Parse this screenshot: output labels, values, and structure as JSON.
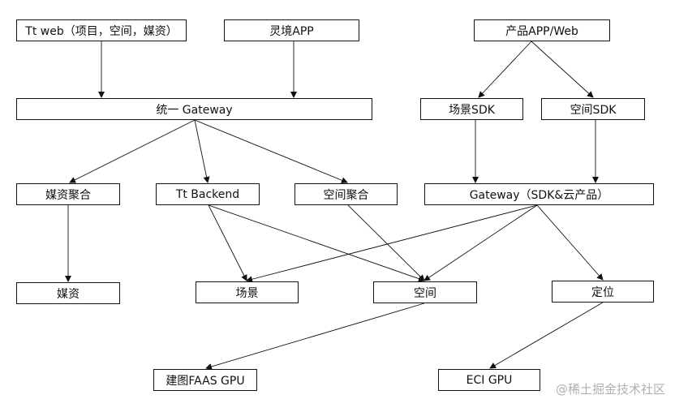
{
  "nodes": {
    "tt_web": "Tt web（项目，空间，媒资）",
    "lingjing_app": "灵境APP",
    "product_app_web": "产品APP/Web",
    "unified_gateway": "统一 Gateway",
    "scene_sdk": "场景SDK",
    "space_sdk": "空间SDK",
    "media_aggregation": "媒资聚合",
    "tt_backend": "Tt Backend",
    "space_aggregation": "空间聚合",
    "gateway_sdk_cloud": "Gateway（SDK&云产品）",
    "media": "媒资",
    "scene": "场景",
    "space": "空间",
    "positioning": "定位",
    "modeling_faas_gpu": "建图FAAS GPU",
    "eci_gpu": "ECI GPU"
  },
  "edges": [
    {
      "from": "tt_web",
      "to": "unified_gateway"
    },
    {
      "from": "lingjing_app",
      "to": "unified_gateway"
    },
    {
      "from": "product_app_web",
      "to": "scene_sdk"
    },
    {
      "from": "product_app_web",
      "to": "space_sdk"
    },
    {
      "from": "unified_gateway",
      "to": "media_aggregation"
    },
    {
      "from": "unified_gateway",
      "to": "tt_backend"
    },
    {
      "from": "unified_gateway",
      "to": "space_aggregation"
    },
    {
      "from": "scene_sdk",
      "to": "gateway_sdk_cloud"
    },
    {
      "from": "space_sdk",
      "to": "gateway_sdk_cloud"
    },
    {
      "from": "media_aggregation",
      "to": "media"
    },
    {
      "from": "tt_backend",
      "to": "scene"
    },
    {
      "from": "tt_backend",
      "to": "space"
    },
    {
      "from": "space_aggregation",
      "to": "space"
    },
    {
      "from": "gateway_sdk_cloud",
      "to": "scene"
    },
    {
      "from": "gateway_sdk_cloud",
      "to": "space"
    },
    {
      "from": "gateway_sdk_cloud",
      "to": "positioning"
    },
    {
      "from": "space",
      "to": "modeling_faas_gpu"
    },
    {
      "from": "positioning",
      "to": "eci_gpu"
    }
  ],
  "watermark": "@稀土掘金技术社区"
}
